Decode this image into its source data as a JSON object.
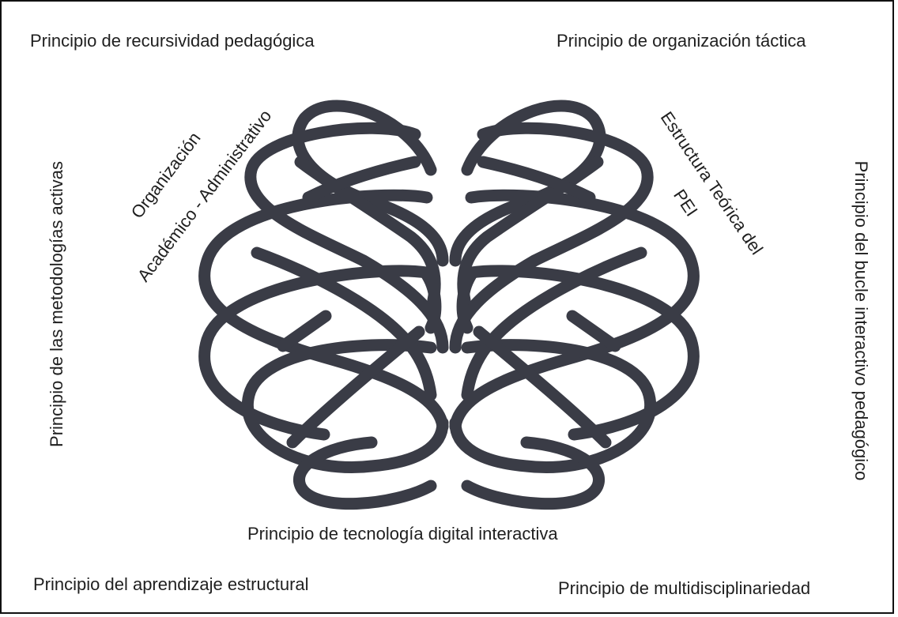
{
  "diagram": {
    "principles": {
      "top_left": "Principio de recursividad pedagógica",
      "top_right": "Principio de organización táctica",
      "left_vertical": "Principio de las metodologías activas",
      "right_vertical": "Principio del bucle interactivo pedagógico",
      "bottom_center": "Principio de tecnología digital interactiva",
      "bottom_left": "Principio del aprendizaje estructural",
      "bottom_right": "Principio de multidisciplinariedad"
    },
    "inner_labels": {
      "left_line1": "Organización",
      "left_line2": "Académico  - Administrativo",
      "right_line1": "Estructura Teórica del",
      "right_line2": "PEI"
    },
    "knot_color": "#3a3c46",
    "knot_icon": "brain-knot-icon"
  }
}
